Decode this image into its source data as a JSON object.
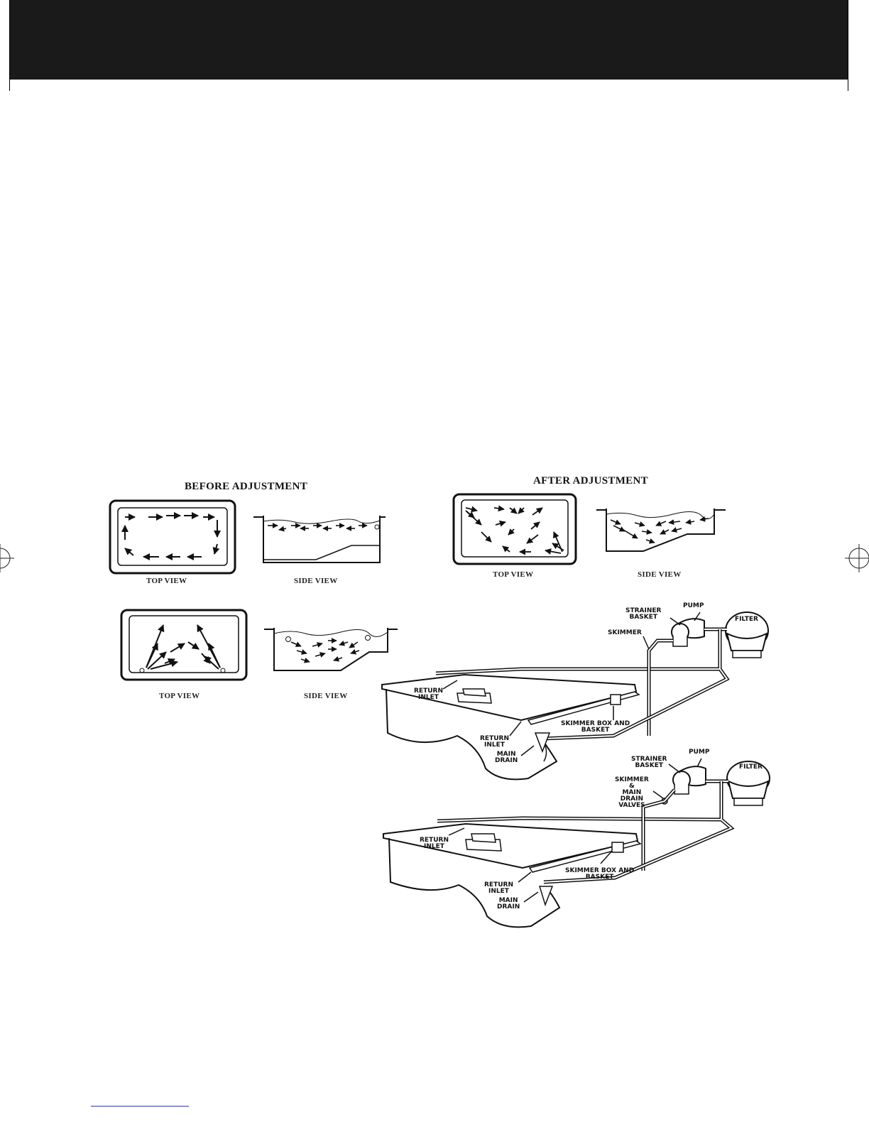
{
  "before": {
    "title": "BEFORE ADJUSTMENT",
    "top_view_caption": "TOP VIEW",
    "side_view_caption": "SIDE VIEW",
    "top_view_caption_2": "TOP VIEW",
    "side_view_caption_2": "SIDE VIEW"
  },
  "after": {
    "title": "AFTER ADJUSTMENT",
    "top_view_caption": "TOP VIEW",
    "side_view_caption": "SIDE VIEW"
  },
  "plumbing_1": {
    "strainer_basket": [
      "STRAINER",
      "BASKET"
    ],
    "pump": "PUMP",
    "filter": "FILTER",
    "skimmer": "SKIMMER",
    "return_inlet_top": [
      "RETURN",
      "INLET"
    ],
    "skimmer_box": [
      "SKIMMER BOX AND",
      "BASKET"
    ],
    "return_inlet_bottom": [
      "RETURN",
      "INLET"
    ],
    "main_drain": [
      "MAIN",
      "DRAIN"
    ]
  },
  "plumbing_2": {
    "strainer_basket": [
      "STRAINER",
      "BASKET"
    ],
    "pump": "PUMP",
    "filter": "FILTER",
    "valves": [
      "SKIMMER",
      "&",
      "MAIN",
      "DRAIN",
      "VALVES"
    ],
    "return_inlet_top": [
      "RETURN",
      "INLET"
    ],
    "skimmer_box": [
      "SKIMMER BOX AND",
      "BASKET"
    ],
    "return_inlet_bottom": [
      "RETURN",
      "INLET"
    ],
    "main_drain": [
      "MAIN",
      "DRAIN"
    ]
  }
}
